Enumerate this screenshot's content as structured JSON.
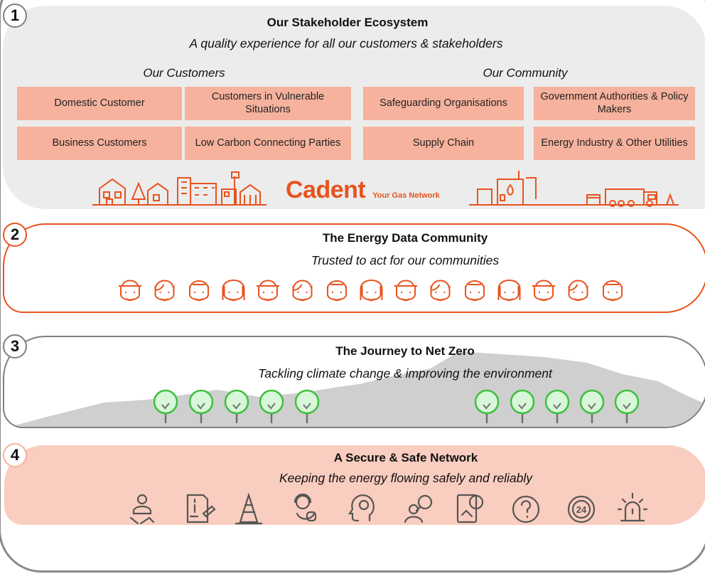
{
  "section1": {
    "number": "1",
    "title": "Our Stakeholder Ecosystem",
    "subtitle": "A quality experience for all our customers & stakeholders",
    "customers_label": "Our Customers",
    "community_label": "Our Community",
    "boxes": [
      "Domestic Customer",
      "Customers in Vulnerable Situations",
      "Safeguarding Organisations",
      "Government Authorities & Policy Makers",
      "Business Customers",
      "Low Carbon Connecting Parties",
      "Supply Chain",
      "Energy Industry & Other Utilities"
    ],
    "logo_text": "Cadent",
    "logo_tagline": "Your Gas Network"
  },
  "section2": {
    "number": "2",
    "title": "The Energy Data Community",
    "subtitle": "Trusted to act for our communities",
    "people_icons": [
      "farmer",
      "woman",
      "elder-woman",
      "man",
      "hat-man",
      "long-hair-woman",
      "young-man",
      "curly-woman",
      "grandma",
      "girl-fringe",
      "glasses-man",
      "nurse",
      "doctor",
      "headset-woman",
      "graduate"
    ]
  },
  "section3": {
    "number": "3",
    "title": "The Journey to Net Zero",
    "subtitle": "Tackling climate change & improving the environment"
  },
  "section4": {
    "number": "4",
    "title": "A Secure & Safe Network",
    "subtitle": "Keeping the energy flowing safely and reliably",
    "icons": [
      "engineer-wrench-icon",
      "document-repair-icon",
      "traffic-cone-icon",
      "support-agent-icon",
      "thinking-head-icon",
      "user-search-icon",
      "info-device-icon",
      "question-circle-icon",
      "24-hours-icon",
      "alarm-light-icon"
    ]
  },
  "colors": {
    "orange": "#e8531e",
    "salmon": "#f6b29d",
    "grey_panel": "#ececec",
    "tree_green": "#3fbf3f"
  }
}
